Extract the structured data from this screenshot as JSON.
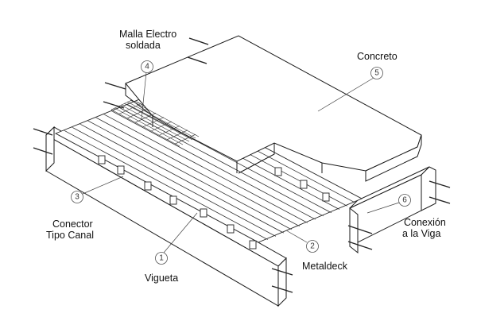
{
  "labels": {
    "malla_line1": "Malla Electro",
    "malla_line2": "soldada",
    "concreto": "Concreto",
    "conector_line1": "Conector",
    "conector_line2": "Tipo Canal",
    "vigueta": "Vigueta",
    "metaldeck": "Metaldeck",
    "conexion_line1": "Conexión",
    "conexion_line2": "a la Viga"
  },
  "callouts": {
    "c1": "1",
    "c2": "2",
    "c3": "3",
    "c4": "4",
    "c5": "5",
    "c6": "6"
  }
}
